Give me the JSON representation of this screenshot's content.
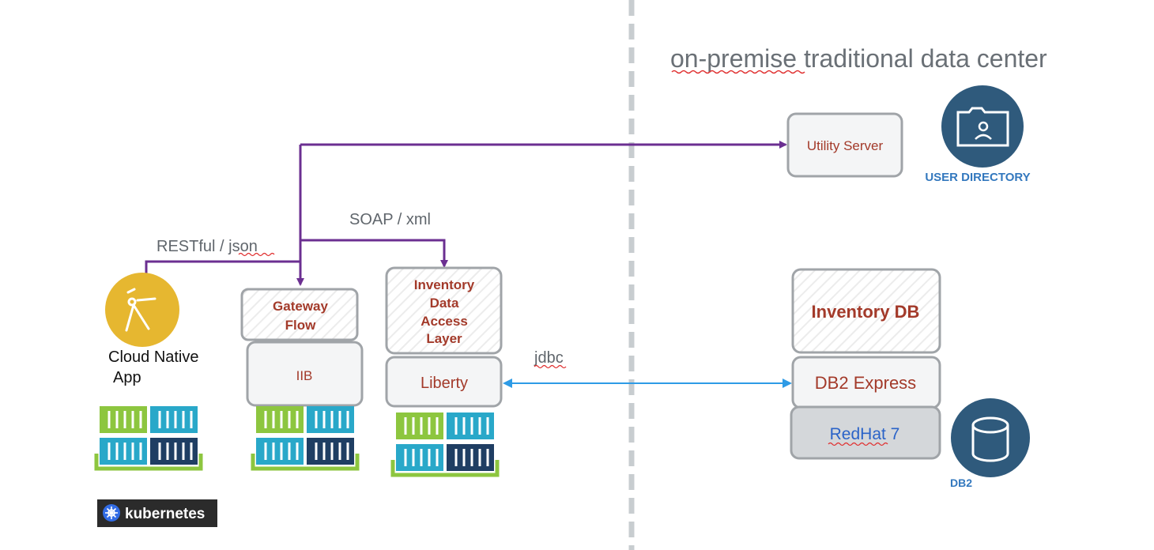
{
  "region_title": "on-premise traditional data center",
  "labels": {
    "restful": "RESTful / json",
    "soap": "SOAP / xml",
    "jdbc": "jdbc"
  },
  "cloud_app": {
    "line1": "Cloud Native",
    "line2": "App"
  },
  "gateway": {
    "line1": "Gateway",
    "line2": "Flow",
    "runtime": "IIB"
  },
  "data_access": {
    "line1": "Inventory",
    "line2": "Data",
    "line3": "Access",
    "line4": "Layer",
    "runtime": "Liberty"
  },
  "utility_server": "Utility Server",
  "user_directory": "USER DIRECTORY",
  "inventory_db": "Inventory DB",
  "db2_express": "DB2 Express",
  "redhat": "RedHat 7",
  "db2": "DB2",
  "kubernetes": "kubernetes",
  "colors": {
    "purple": "#6B2F91",
    "blue_arrow": "#2E9BE6",
    "dark_red": "#A33A2A",
    "icon_blue": "#2F5A7C",
    "gold": "#E6B730",
    "divider": "#C8CDD0",
    "green": "#8DC63F",
    "teal": "#29A8C9",
    "navy": "#1F3E63"
  }
}
